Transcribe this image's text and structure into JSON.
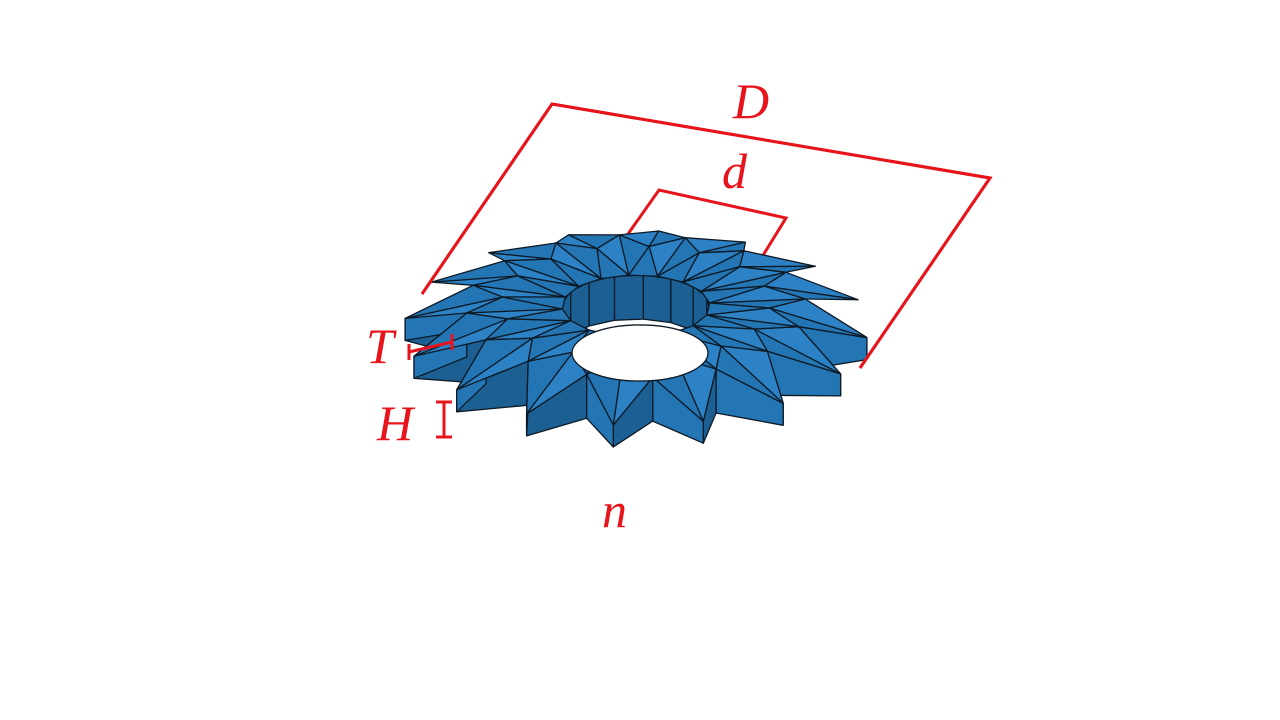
{
  "labels": {
    "outer_diameter": "D",
    "inner_diameter": "d",
    "thickness": "T",
    "height": "H",
    "count": "n"
  },
  "colors": {
    "annotation": "#e8141b",
    "body": "#2475b4",
    "body_light": "#2c82c4",
    "body_dark": "#1c5f93",
    "mesh_edges": "#0d1a26",
    "background": "#ffffff"
  },
  "model": {
    "teeth": 16
  }
}
